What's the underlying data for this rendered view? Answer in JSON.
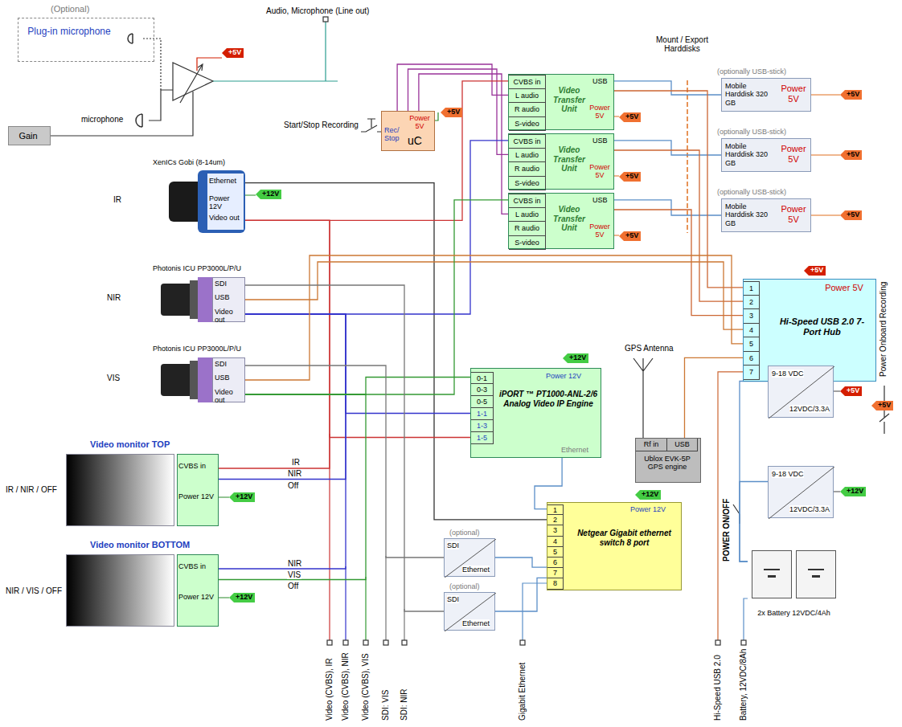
{
  "diagram": {
    "nodes": [
      {
        "text": [
          "(Optional)",
          "Plug-in microphone"
        ]
      },
      {
        "text": [
          "Gain"
        ]
      },
      {
        "text": [
          "Power 5V",
          "Rec/ Stop",
          "uC"
        ]
      },
      {
        "text": [
          "CVBS in",
          "L audio",
          "R audio",
          "S-video",
          "Video Transfer Unit",
          "USB",
          "Power 5V"
        ]
      },
      {
        "text": [
          "CVBS in",
          "L audio",
          "R audio",
          "S-video",
          "Video Transfer Unit",
          "USB",
          "Power 5V"
        ]
      },
      {
        "text": [
          "CVBS in",
          "L audio",
          "R audio",
          "S-video",
          "Video Transfer Unit",
          "USB",
          "Power 5V"
        ]
      },
      {
        "text": [
          "(optionally USB-stick)",
          "Mobile Harddisk 320 GB",
          "Power 5V"
        ]
      },
      {
        "text": [
          "(optionally USB-stick)",
          "Mobile Harddisk 320 GB",
          "Power 5V"
        ]
      },
      {
        "text": [
          "(optionally USB-stick)",
          "Mobile Harddisk 320 GB",
          "Power 5V"
        ]
      },
      {
        "text": [
          "XenICs Gobi (8-14um)",
          "Ethernet",
          "Power 12V",
          "Video out"
        ]
      },
      {
        "text": [
          "Photonis ICU PP3000L/P/U",
          "SDI",
          "USB",
          "Video out"
        ]
      },
      {
        "text": [
          "Photonis ICU PP3000L/P/U",
          "SDI",
          "USB",
          "Video out"
        ]
      },
      {
        "text": [
          "1",
          "2",
          "3",
          "4",
          "5",
          "6",
          "7",
          "Power 5V",
          "Hi-Speed USB 2.0 7-Port Hub"
        ]
      },
      {
        "text": [
          "0-1",
          "0-3",
          "0-5",
          "1-1",
          "1-3",
          "1-5",
          "Power 12V",
          "iPORT ™ PT1000-ANL-2/6 Analog Video IP Engine",
          "Ethernet"
        ]
      },
      {
        "text": [
          "Rf in",
          "USB",
          "Ublox EVK-5P GPS engine"
        ]
      },
      {
        "text": [
          "9-18 VDC",
          "12VDC/3.3A"
        ]
      },
      {
        "text": [
          "9-18 VDC",
          "12VDC/3.3A"
        ]
      },
      {
        "text": [
          "Video monitor TOP",
          "CVBS in",
          "Power 12V"
        ]
      },
      {
        "text": [
          "Video monitor BOTTOM",
          "CVBS in",
          "Power 12V"
        ]
      },
      {
        "text": [
          "(optional)",
          "SDI",
          "Ethernet"
        ]
      },
      {
        "text": [
          "(optional)",
          "SDI",
          "Ethernet"
        ]
      },
      {
        "text": [
          "1",
          "2",
          "3",
          "4",
          "5",
          "6",
          "7",
          "8",
          "Power 12V",
          "Netgear Gigabit ethernet switch 8 port"
        ]
      },
      {
        "text": [
          "2x Battery 12VDC/4Ah"
        ]
      }
    ],
    "edges": [
      {
        "from": 2,
        "to": 3,
        "arrow": "none"
      },
      {
        "from": 2,
        "to": 4,
        "arrow": "none"
      },
      {
        "from": 2,
        "to": 5,
        "arrow": "none"
      },
      {
        "from": 3,
        "to": 6,
        "arrow": "none"
      },
      {
        "from": 4,
        "to": 7,
        "arrow": "none"
      },
      {
        "from": 5,
        "to": 8,
        "arrow": "none"
      },
      {
        "from": 3,
        "to": 12,
        "arrow": "none"
      },
      {
        "from": 4,
        "to": 12,
        "arrow": "none"
      },
      {
        "from": 5,
        "to": 12,
        "arrow": "none"
      },
      {
        "from": 9,
        "to": 21,
        "arrow": "none"
      },
      {
        "from": 9,
        "to": 3,
        "arrow": "none"
      },
      {
        "from": 9,
        "to": 13,
        "arrow": "none"
      },
      {
        "from": 9,
        "to": 17,
        "arrow": "none"
      },
      {
        "from": 10,
        "to": 4,
        "arrow": "none"
      },
      {
        "from": 10,
        "to": 13,
        "arrow": "none"
      },
      {
        "from": 10,
        "to": 17,
        "arrow": "none"
      },
      {
        "from": 10,
        "to": 18,
        "arrow": "none"
      },
      {
        "from": 10,
        "to": 12,
        "arrow": "none"
      },
      {
        "from": 11,
        "to": 5,
        "arrow": "none"
      },
      {
        "from": 11,
        "to": 13,
        "arrow": "none"
      },
      {
        "from": 11,
        "to": 18,
        "arrow": "none"
      },
      {
        "from": 11,
        "to": 12,
        "arrow": "none"
      },
      {
        "from": 14,
        "to": 12,
        "arrow": "none"
      },
      {
        "from": 13,
        "to": 21,
        "arrow": "none"
      },
      {
        "from": 19,
        "to": 21,
        "arrow": "none"
      },
      {
        "from": 20,
        "to": 21,
        "arrow": "none"
      },
      {
        "from": 11,
        "to": 19,
        "arrow": "none"
      },
      {
        "from": 10,
        "to": 20,
        "arrow": "none"
      },
      {
        "from": 22,
        "to": 15,
        "arrow": "none"
      },
      {
        "from": 22,
        "to": 16,
        "arrow": "none"
      }
    ],
    "labels": [
      "Audio, Microphone (Line out)",
      "microphone",
      "+5V",
      "Start/Stop Recording",
      "+5V",
      "+5V",
      "+5V",
      "+5V",
      "Mount / Export Harddisks",
      "+5V",
      "+5V",
      "+5V",
      "IR",
      "NIR",
      "VIS",
      "+12V",
      "+5V",
      "GPS Antenna",
      "+12V",
      "Power Onboard Recording",
      "+5V",
      "+5V",
      "+12V",
      "POWER ON/OFF",
      "+12V",
      "IR",
      "NIR",
      "Off",
      "IR / NIR / OFF",
      "+12V",
      "NIR",
      "VIS",
      "Off",
      "NIR / VIS / OFF",
      "+12V",
      "Video (CVBS), IR",
      "Video (CVBS), NIR",
      "Video (CVBS), VIS",
      "SDI: VIS",
      "SDI: NIR",
      "Gigabit Ethernet",
      "Hi-Speed USB 2.0",
      "Battery, 12VDC/8Ah"
    ]
  }
}
